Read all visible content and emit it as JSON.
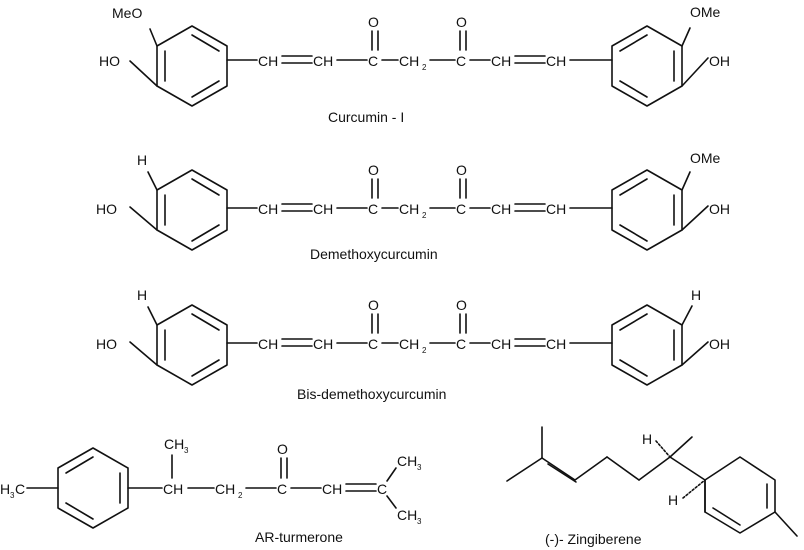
{
  "molecules": {
    "curcumin": {
      "name": "Curcumin - I",
      "left_sub_top": "MeO",
      "left_sub_side": "HO",
      "right_sub_top": "OMe",
      "right_sub_side": "OH"
    },
    "demethoxy": {
      "name": "Demethoxycurcumin",
      "left_sub_top": "H",
      "left_sub_side": "HO",
      "right_sub_top": "OMe",
      "right_sub_side": "OH"
    },
    "bisdemethoxy": {
      "name": "Bis-demethoxycurcumin",
      "left_sub_top": "H",
      "left_sub_side": "HO",
      "right_sub_top": "H",
      "right_sub_side": "OH"
    },
    "arturmerone": {
      "name": "AR-turmerone",
      "methyl_left": "H",
      "methyl_left_sub": "3",
      "methyl_left_c": "C",
      "ch_branch": "CH",
      "ch_branch_sub_methyl": "CH",
      "ch_branch_sub_methyl_n": "3",
      "ch2": "CH",
      "ch2_n": "2",
      "carbonyl_c": "C",
      "carbonyl_o": "O",
      "alkene_ch": "CH",
      "alkene_c": "C",
      "methyl_top": "CH",
      "methyl_top_n": "3",
      "methyl_bot": "CH",
      "methyl_bot_n": "3"
    },
    "zingiberene": {
      "name": "(-)- Zingiberene",
      "h_top": "H",
      "h_bottom": "H"
    }
  },
  "chain": {
    "ch": "CH",
    "c": "C",
    "o": "O",
    "ch2": "CH",
    "ch2_n": "2"
  }
}
